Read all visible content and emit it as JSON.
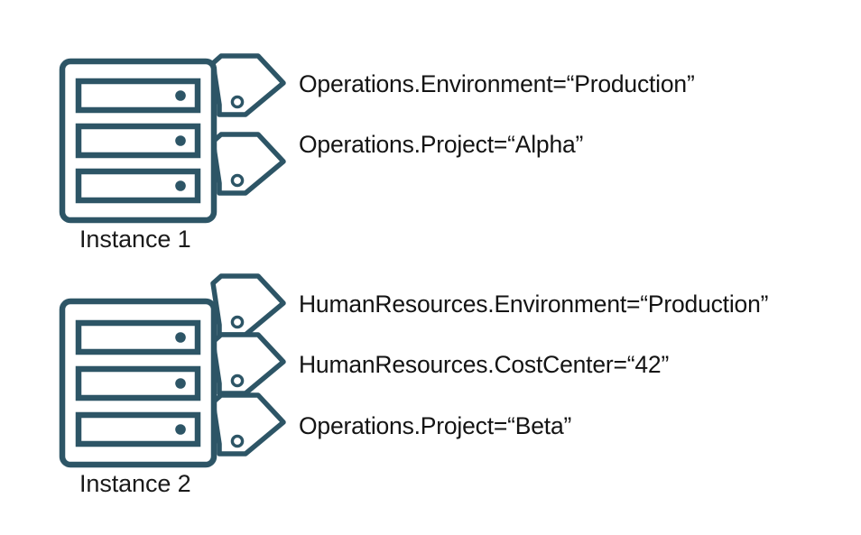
{
  "diagram": {
    "type": "tagged-instances-diagram",
    "accent_color": "#2d5566",
    "text_color": "#141414",
    "background_color": "#ffffff",
    "instances": [
      {
        "name": "Instance 1",
        "icon": "server-rack-icon",
        "slots": 3,
        "tags": [
          {
            "icon": "tag-icon",
            "label": "Operations.Environment=“Production”"
          },
          {
            "icon": "tag-icon",
            "label": "Operations.Project=“Alpha”"
          }
        ]
      },
      {
        "name": "Instance 2",
        "icon": "server-rack-icon",
        "slots": 3,
        "tags": [
          {
            "icon": "tag-icon",
            "label": "HumanResources.Environment=“Production”"
          },
          {
            "icon": "tag-icon",
            "label": "HumanResources.CostCenter=“42”"
          },
          {
            "icon": "tag-icon",
            "label": "Operations.Project=“Beta”"
          }
        ]
      }
    ]
  }
}
